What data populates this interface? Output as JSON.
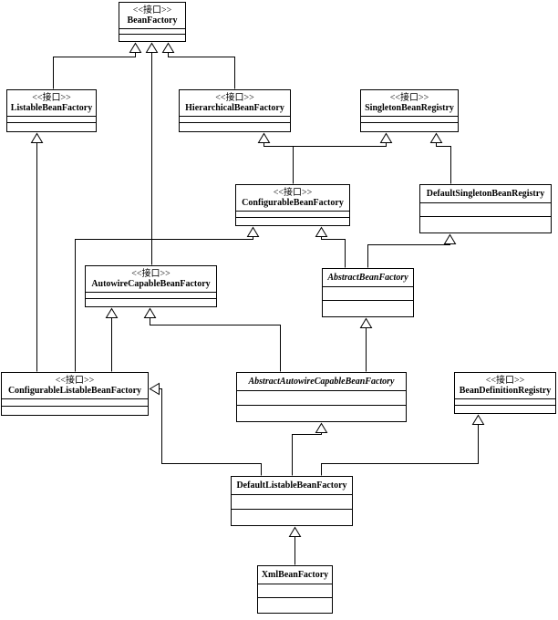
{
  "stereotype": "<<接口>>",
  "classes": {
    "BeanFactory": {
      "name": "BeanFactory",
      "is_interface": true,
      "is_abstract": false
    },
    "ListableBeanFactory": {
      "name": "ListableBeanFactory",
      "is_interface": true,
      "is_abstract": false
    },
    "HierarchicalBeanFactory": {
      "name": "HierarchicalBeanFactory",
      "is_interface": true,
      "is_abstract": false
    },
    "SingletonBeanRegistry": {
      "name": "SingletonBeanRegistry",
      "is_interface": true,
      "is_abstract": false
    },
    "ConfigurableBeanFactory": {
      "name": "ConfigurableBeanFactory",
      "is_interface": true,
      "is_abstract": false
    },
    "DefaultSingletonBeanRegistry": {
      "name": "DefaultSingletonBeanRegistry",
      "is_interface": false,
      "is_abstract": false
    },
    "AutowireCapableBeanFactory": {
      "name": "AutowireCapableBeanFactory",
      "is_interface": true,
      "is_abstract": false
    },
    "AbstractBeanFactory": {
      "name": "AbstractBeanFactory",
      "is_interface": false,
      "is_abstract": true
    },
    "ConfigurableListableBeanFactory": {
      "name": "ConfigurableListableBeanFactory",
      "is_interface": true,
      "is_abstract": false
    },
    "AbstractAutowireCapableBeanFactory": {
      "name": "AbstractAutowireCapableBeanFactory",
      "is_interface": false,
      "is_abstract": true
    },
    "BeanDefinitionRegistry": {
      "name": "BeanDefinitionRegistry",
      "is_interface": true,
      "is_abstract": false
    },
    "DefaultListableBeanFactory": {
      "name": "DefaultListableBeanFactory",
      "is_interface": false,
      "is_abstract": false
    },
    "XmlBeanFactory": {
      "name": "XmlBeanFactory",
      "is_interface": false,
      "is_abstract": false
    }
  },
  "relations": [
    {
      "from": "ListableBeanFactory",
      "to": "BeanFactory",
      "type": "generalization"
    },
    {
      "from": "HierarchicalBeanFactory",
      "to": "BeanFactory",
      "type": "generalization"
    },
    {
      "from": "AutowireCapableBeanFactory",
      "to": "BeanFactory",
      "type": "generalization"
    },
    {
      "from": "ConfigurableBeanFactory",
      "to": "HierarchicalBeanFactory",
      "type": "generalization"
    },
    {
      "from": "ConfigurableBeanFactory",
      "to": "SingletonBeanRegistry",
      "type": "generalization"
    },
    {
      "from": "DefaultSingletonBeanRegistry",
      "to": "SingletonBeanRegistry",
      "type": "generalization"
    },
    {
      "from": "AbstractBeanFactory",
      "to": "ConfigurableBeanFactory",
      "type": "generalization"
    },
    {
      "from": "AbstractBeanFactory",
      "to": "DefaultSingletonBeanRegistry",
      "type": "generalization"
    },
    {
      "from": "ConfigurableListableBeanFactory",
      "to": "ListableBeanFactory",
      "type": "generalization"
    },
    {
      "from": "ConfigurableListableBeanFactory",
      "to": "ConfigurableBeanFactory",
      "type": "generalization"
    },
    {
      "from": "ConfigurableListableBeanFactory",
      "to": "AutowireCapableBeanFactory",
      "type": "generalization"
    },
    {
      "from": "AbstractAutowireCapableBeanFactory",
      "to": "AbstractBeanFactory",
      "type": "generalization"
    },
    {
      "from": "AbstractAutowireCapableBeanFactory",
      "to": "AutowireCapableBeanFactory",
      "type": "generalization"
    },
    {
      "from": "DefaultListableBeanFactory",
      "to": "AbstractAutowireCapableBeanFactory",
      "type": "generalization"
    },
    {
      "from": "DefaultListableBeanFactory",
      "to": "ConfigurableListableBeanFactory",
      "type": "generalization"
    },
    {
      "from": "DefaultListableBeanFactory",
      "to": "BeanDefinitionRegistry",
      "type": "generalization"
    },
    {
      "from": "XmlBeanFactory",
      "to": "DefaultListableBeanFactory",
      "type": "generalization"
    }
  ]
}
